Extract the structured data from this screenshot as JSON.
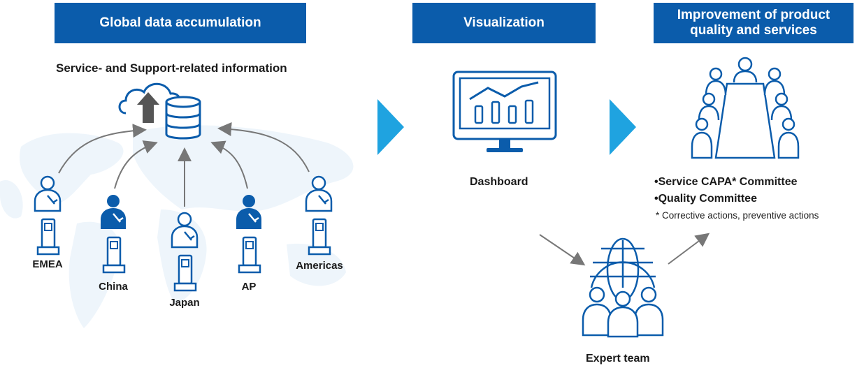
{
  "headers": {
    "accumulation": "Global data accumulation",
    "visualization": "Visualization",
    "improvement_line1": "Improvement of product",
    "improvement_line2": "quality and services"
  },
  "accumulation": {
    "subtitle": "Service- and Support-related information",
    "regions": [
      "EMEA",
      "China",
      "Japan",
      "AP",
      "Americas"
    ]
  },
  "visualization": {
    "label": "Dashboard"
  },
  "improvement": {
    "committees": [
      "•Service CAPA* Committee",
      "•Quality Committee"
    ],
    "footnote": "* Corrective actions, preventive actions"
  },
  "expert": {
    "label": "Expert team"
  },
  "colors": {
    "header_bg": "#0b5cab",
    "icon_stroke": "#0b5cab",
    "chevron": "#1fa3e0",
    "map": "#eef5fb",
    "arrow": "#777777"
  }
}
